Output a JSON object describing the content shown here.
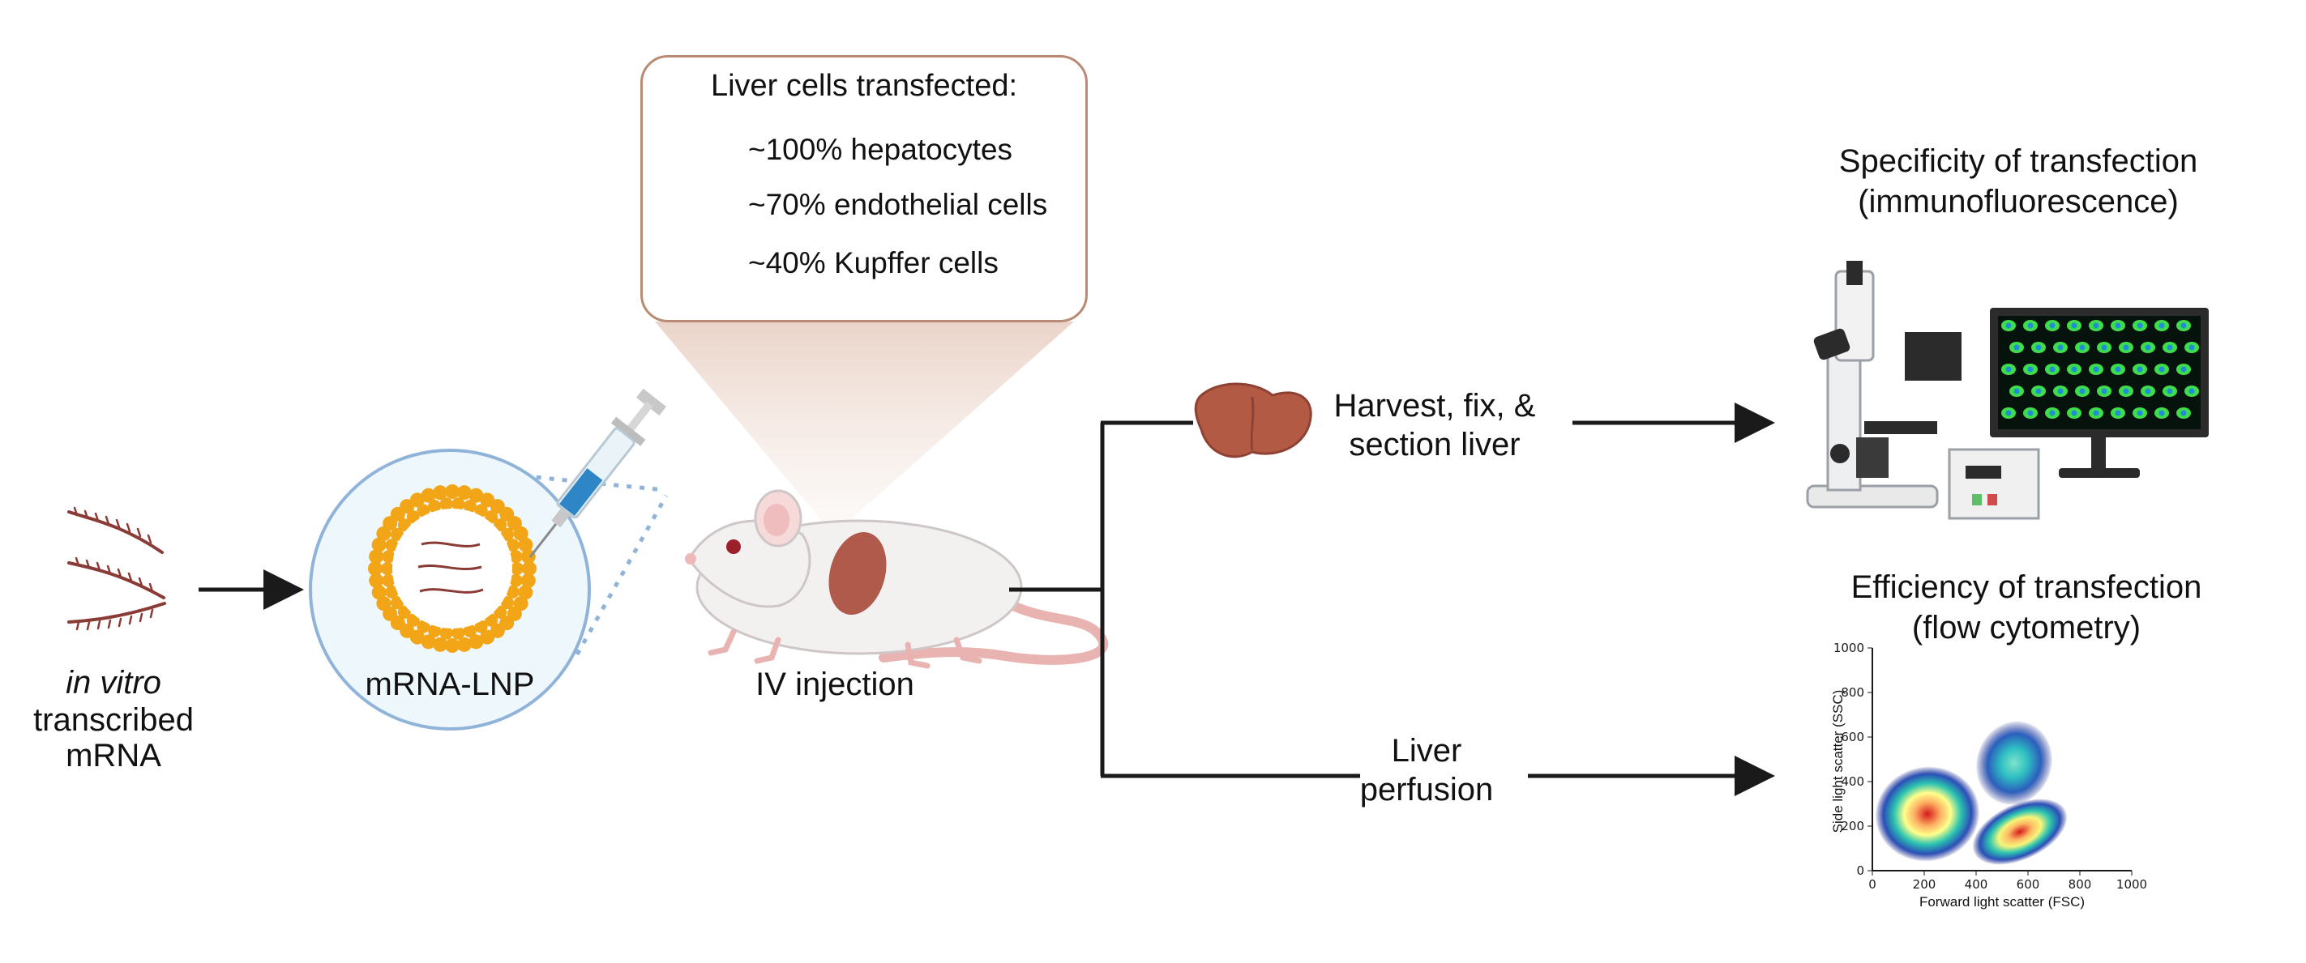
{
  "input": {
    "label_italic": "in vitro",
    "label_line2": "transcribed",
    "label_line3": "mRNA"
  },
  "lnp": {
    "label": "mRNA-LNP"
  },
  "injection": {
    "label": "IV injection"
  },
  "callout": {
    "title": "Liver cells transfected:",
    "items": [
      {
        "text": "~100% hepatocytes",
        "percent": 100,
        "icon": "hepatocyte-icon",
        "color": "#f6b27a"
      },
      {
        "text": "~70% endothelial cells",
        "percent": 70,
        "icon": "endothelial-cell-icon",
        "color": "#5aa6d6"
      },
      {
        "text": "~40% Kupffer cells",
        "percent": 40,
        "icon": "kupffer-cell-icon",
        "color": "#9b7fd1"
      }
    ]
  },
  "branch_top": {
    "step_line1": "Harvest, fix, &",
    "step_line2": "section liver",
    "result_line1": "Specificity of transfection",
    "result_line2": "(immunofluorescence)"
  },
  "branch_bottom": {
    "step_line1": "Liver",
    "step_line2": "perfusion",
    "result_line1": "Efficiency of transfection",
    "result_line2": "(flow cytometry)"
  },
  "flow_plot": {
    "xlabel": "Forward light scatter (FSC)",
    "ylabel": "Side light scatter (SSC)",
    "x_ticks": [
      "0",
      "200",
      "400",
      "600",
      "800",
      "1000"
    ],
    "y_ticks": [
      "0",
      "200",
      "400",
      "600",
      "800",
      "1000"
    ]
  },
  "colors": {
    "arrow": "#1a1a1a",
    "liver": "#b35a45",
    "mrna": "#8a3b36",
    "lipid": "#f2a516",
    "lnp_circle_fill": "#eef7fc",
    "lnp_circle_stroke": "#8fb3d9",
    "callout_border": "#b98a74",
    "mouse": "#f1eeee"
  }
}
